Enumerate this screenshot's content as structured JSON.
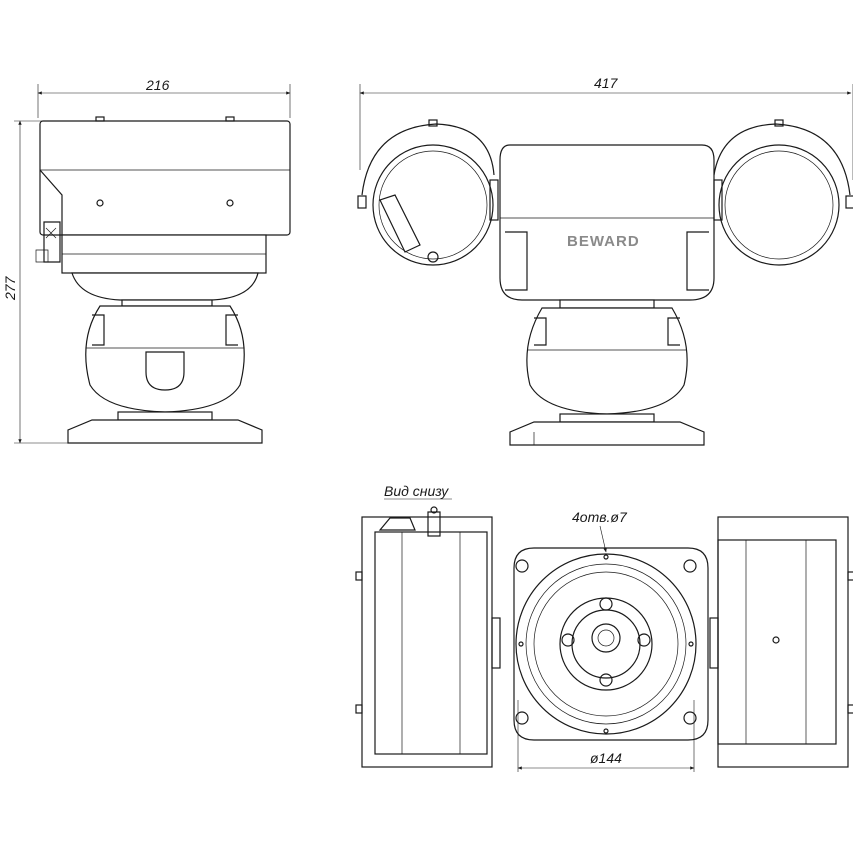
{
  "dimensions": {
    "side_width": "216",
    "side_height": "277",
    "front_width": "417",
    "bolt_holes": "4отв.ø7",
    "base_diameter": "ø144"
  },
  "views": {
    "bottom_view_label": "Вид снизу"
  },
  "brand_logo": "BEWARD"
}
